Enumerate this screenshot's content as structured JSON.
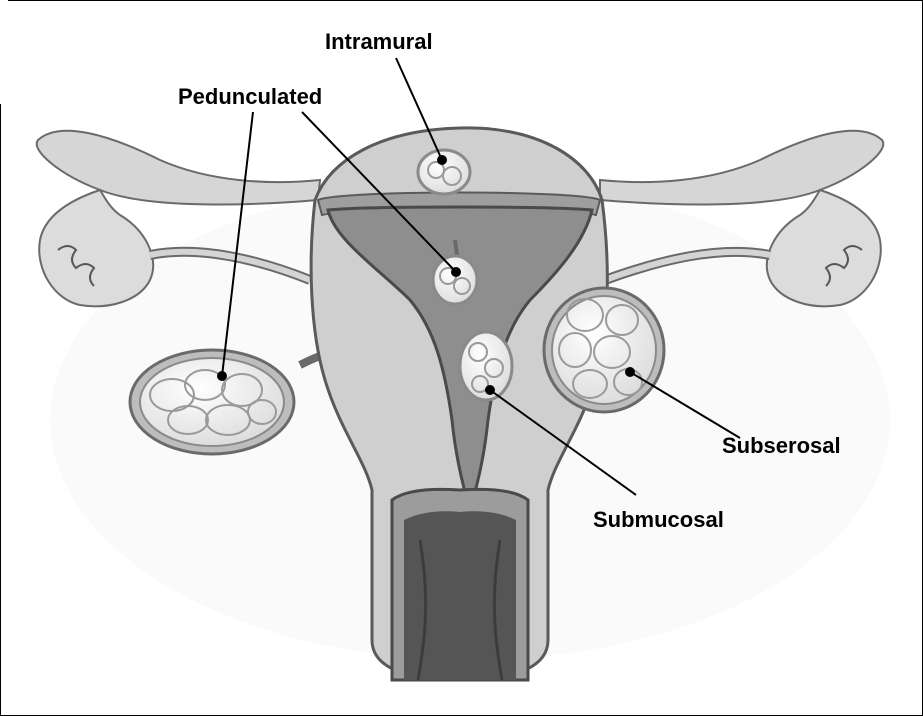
{
  "labels": {
    "intramural": "Intramural",
    "pedunculated": "Pedunculated",
    "subserosal": "Subserosal",
    "submucosal": "Submucosal"
  },
  "colors": {
    "tissue": "#cfcfcf",
    "tissue_light": "#e2e2e2",
    "cavity": "#8e8e8e",
    "cavity_dark": "#4f4f4f",
    "outline": "#5a5a5a",
    "fibroid": "#f4f4f4",
    "fibroid_edge": "#9a9a9a",
    "leader": "#000000"
  }
}
